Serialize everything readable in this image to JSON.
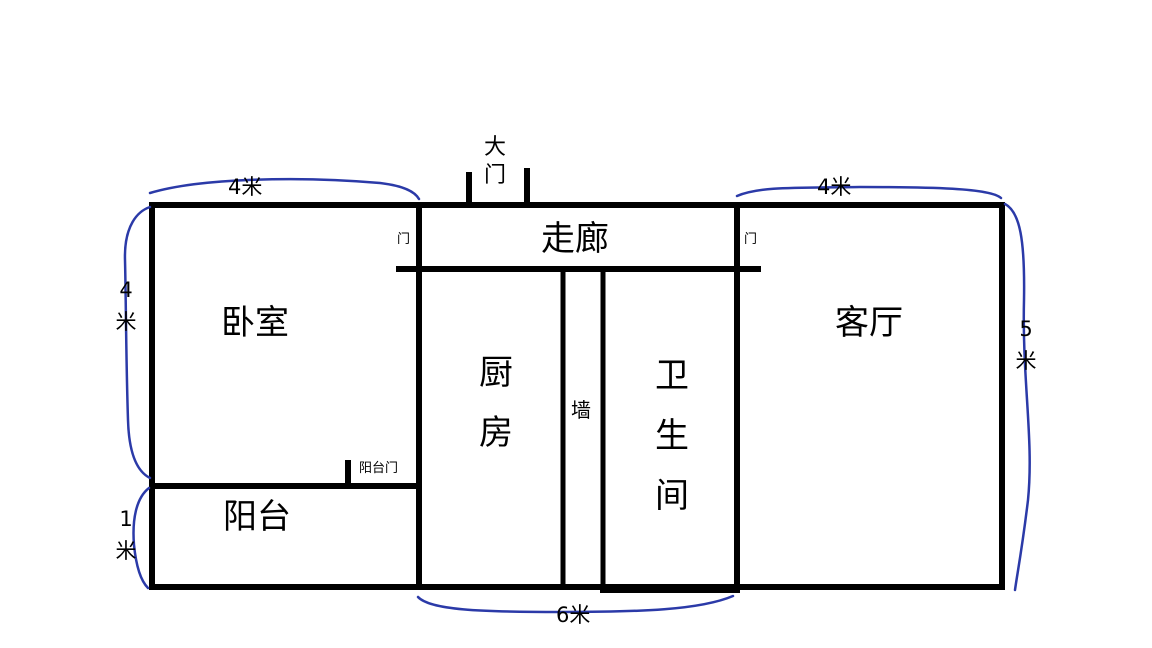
{
  "rooms": {
    "bedroom": "卧室",
    "balcony": "阳台",
    "corridor": "走廊",
    "kitchen": "厨房",
    "wall": "墙",
    "bathroom": "卫生间",
    "living_room": "客厅"
  },
  "doors": {
    "main_door": "大门",
    "bedroom_door": "门",
    "living_door": "门",
    "balcony_door": "阳台门"
  },
  "dimensions": {
    "bedroom_width": "4米",
    "bedroom_height": "4米",
    "balcony_height": "1米",
    "middle_width": "6米",
    "living_width": "4米",
    "living_height": "5米"
  },
  "colors": {
    "wall": "#000000",
    "dimension_line": "#2b3aa8"
  }
}
